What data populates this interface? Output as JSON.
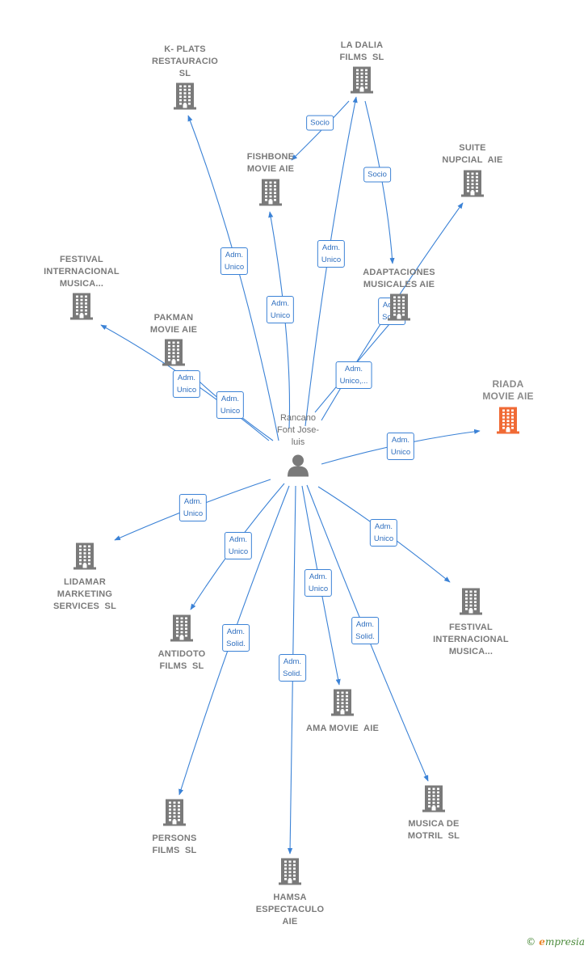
{
  "center": {
    "label": "Rancano\nFont Jose-\nluis",
    "icon": "person-icon"
  },
  "colors": {
    "edge": "#3b82d6",
    "building": "#7a7a7a",
    "highlight": "#f06a35"
  },
  "nodes": [
    {
      "id": "k-plats",
      "label": "K- PLATS\nRESTAURACIO\nSL"
    },
    {
      "id": "la-dalia",
      "label": "LA DALIA\nFILMS  SL"
    },
    {
      "id": "fishbone",
      "label": "FISHBONE\nMOVIE AIE"
    },
    {
      "id": "suite-nupcial",
      "label": "SUITE\nNUPCIAL  AIE"
    },
    {
      "id": "festival-1",
      "label": "FESTIVAL\nINTERNACIONAL\nMUSICA..."
    },
    {
      "id": "adaptaciones",
      "label": "ADAPTACIONES\nMUSICALES AIE"
    },
    {
      "id": "pakman",
      "label": "PAKMAN\nMOVIE AIE"
    },
    {
      "id": "riada",
      "label": "RIADA\nMOVIE AIE",
      "highlight": true
    },
    {
      "id": "lidamar",
      "label": "LIDAMAR\nMARKETING\nSERVICES  SL"
    },
    {
      "id": "antidoto",
      "label": "ANTIDOTO\nFILMS  SL"
    },
    {
      "id": "festival-2",
      "label": "FESTIVAL\nINTERNACIONAL\nMUSICA..."
    },
    {
      "id": "ama",
      "label": "AMA MOVIE  AIE"
    },
    {
      "id": "persons",
      "label": "PERSONS\nFILMS  SL"
    },
    {
      "id": "musica-motril",
      "label": "MUSICA DE\nMOTRIL  SL"
    },
    {
      "id": "hamsa",
      "label": "HAMSA\nESPECTACULO\nAIE"
    }
  ],
  "edges": [
    {
      "from": "center",
      "to": "k-plats",
      "label": "Adm.\nUnico"
    },
    {
      "from": "center",
      "to": "la-dalia",
      "label": "Adm.\nUnico"
    },
    {
      "from": "center",
      "to": "fishbone",
      "label": "Adm.\nUnico"
    },
    {
      "from": "center",
      "to": "suite-nupcial",
      "label": "Adm.\nUnico,..."
    },
    {
      "from": "center",
      "to": "festival-1",
      "label": "Adm.\nUnico"
    },
    {
      "from": "center",
      "to": "adaptaciones",
      "label": "Adm.\nSolid."
    },
    {
      "from": "center",
      "to": "pakman",
      "label": "Adm.\nUnico"
    },
    {
      "from": "center",
      "to": "riada",
      "label": "Adm.\nUnico"
    },
    {
      "from": "center",
      "to": "lidamar",
      "label": "Adm.\nUnico"
    },
    {
      "from": "center",
      "to": "antidoto",
      "label": "Adm.\nUnico"
    },
    {
      "from": "center",
      "to": "festival-2",
      "label": "Adm.\nUnico"
    },
    {
      "from": "center",
      "to": "ama",
      "label": "Adm.\nUnico"
    },
    {
      "from": "center",
      "to": "persons",
      "label": "Adm.\nSolid."
    },
    {
      "from": "center",
      "to": "musica-motril",
      "label": "Adm.\nSolid."
    },
    {
      "from": "center",
      "to": "hamsa",
      "label": "Adm.\nSolid."
    },
    {
      "from": "la-dalia",
      "to": "fishbone",
      "label": "Socio"
    },
    {
      "from": "la-dalia",
      "to": "adaptaciones",
      "label": "Socio"
    }
  ],
  "footer": {
    "copyright": "©",
    "brand_initial": "e",
    "brand_rest": "mpresia"
  }
}
